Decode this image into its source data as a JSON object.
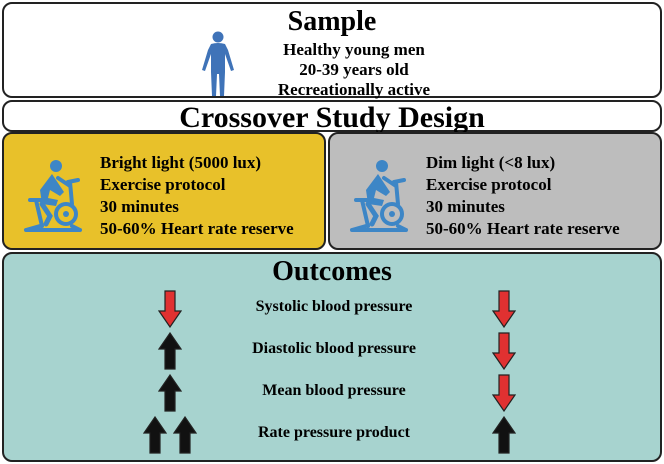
{
  "sample": {
    "title": "Sample",
    "lines": [
      "Healthy young men",
      "20-39 years old",
      "Recreationally active"
    ],
    "icon": "person-icon"
  },
  "design": {
    "title": "Crossover Study Design"
  },
  "conditions": [
    {
      "lines": [
        "Bright light (5000 lux)",
        "Exercise protocol",
        "30 minutes",
        "50-60% Heart rate reserve"
      ],
      "color": "#e8c12a",
      "icon": "cyclist-icon"
    },
    {
      "lines": [
        "Dim light (<8 lux)",
        "Exercise protocol",
        "30 minutes",
        "50-60% Heart rate reserve"
      ],
      "color": "#bdbdbd",
      "icon": "cyclist-icon"
    }
  ],
  "outcomes": {
    "title": "Outcomes",
    "rows": [
      {
        "label": "Systolic blood pressure",
        "bright": [
          "down"
        ],
        "dim": [
          "down"
        ]
      },
      {
        "label": "Diastolic blood pressure",
        "bright": [
          "up"
        ],
        "dim": [
          "down"
        ]
      },
      {
        "label": "Mean blood pressure",
        "bright": [
          "up"
        ],
        "dim": [
          "down"
        ]
      },
      {
        "label": "Rate pressure product",
        "bright": [
          "up",
          "up"
        ],
        "dim": [
          "up"
        ]
      }
    ],
    "colors": {
      "down": "#e03131",
      "up": "#111111"
    }
  }
}
